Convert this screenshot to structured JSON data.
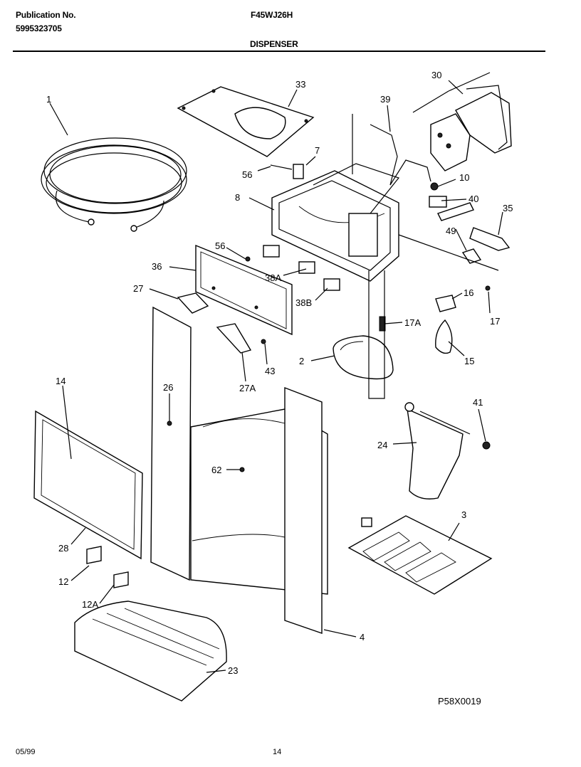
{
  "header": {
    "publication_label": "Publication No.",
    "publication_number": "5995323705",
    "model": "F45WJ26H",
    "section": "DISPENSER"
  },
  "footer": {
    "date": "05/99",
    "page": "14",
    "diagram_code": "P58X0019"
  },
  "callouts": [
    "1",
    "33",
    "7",
    "56",
    "8",
    "39",
    "30",
    "10",
    "40",
    "35",
    "49",
    "56",
    "36",
    "38A",
    "27",
    "38B",
    "16",
    "17",
    "17A",
    "2",
    "15",
    "43",
    "27A",
    "14",
    "26",
    "41",
    "24",
    "62",
    "3",
    "28",
    "12",
    "12A",
    "4",
    "23"
  ]
}
